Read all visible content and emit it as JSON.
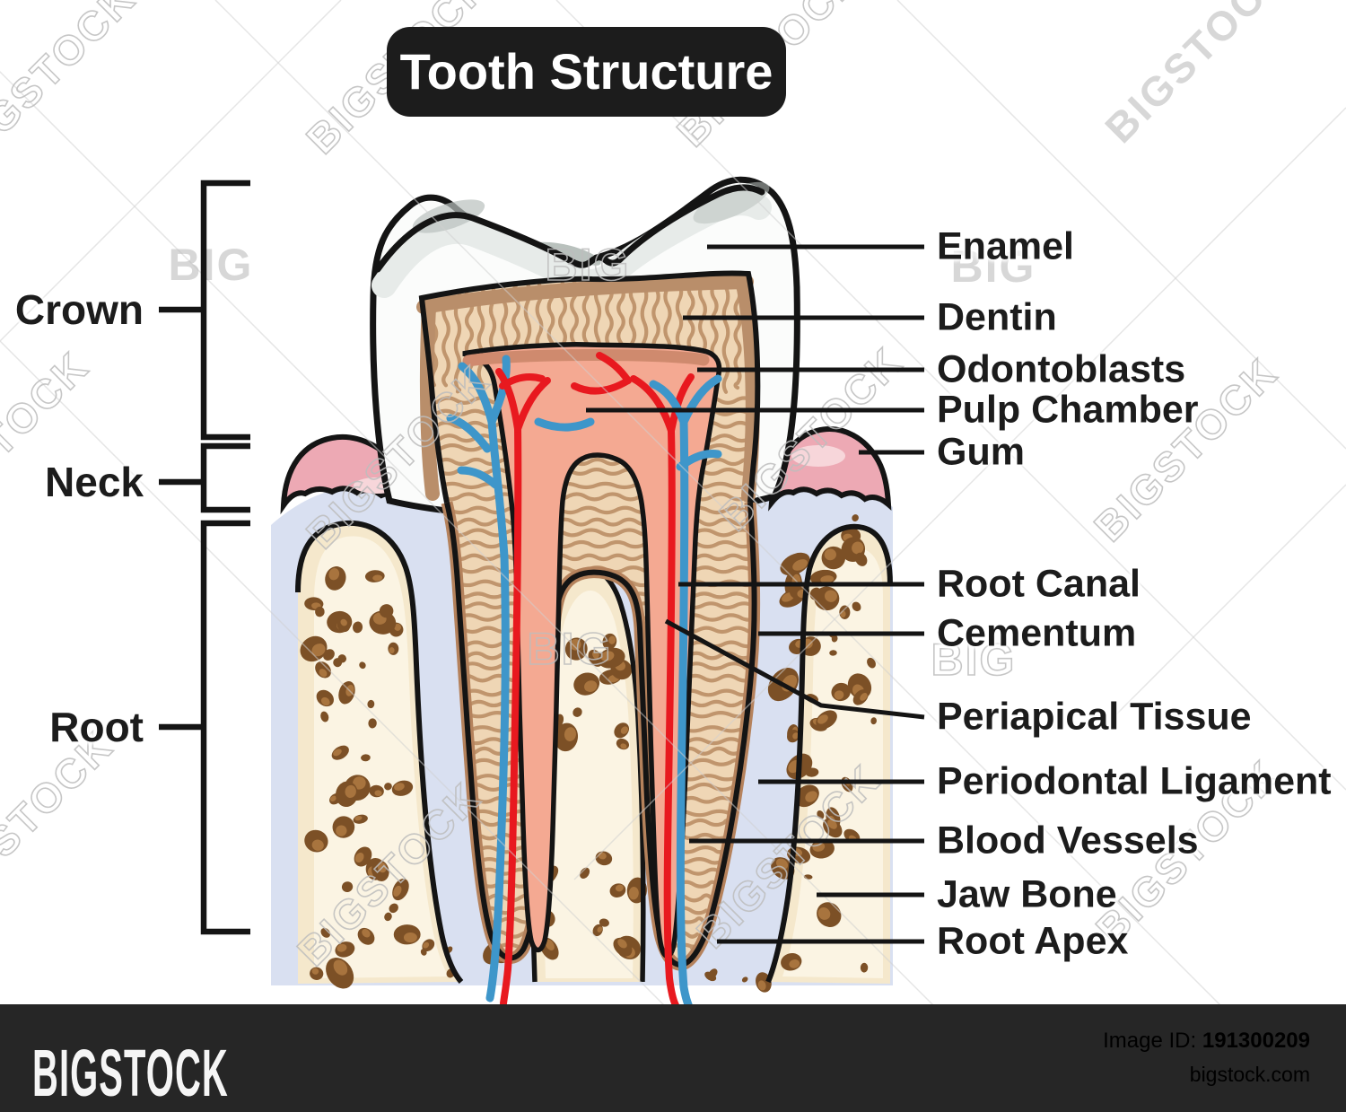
{
  "title": "Tooth Structure",
  "labels": {
    "left": [
      "Crown",
      "Neck",
      "Root"
    ],
    "right": [
      "Enamel",
      "Dentin",
      "Odontoblasts",
      "Pulp Chamber",
      "Gum",
      "Root Canal",
      "Cementum",
      "Periapical Tissue",
      "Periodontal Ligament",
      "Blood Vessels",
      "Jaw Bone",
      "Root Apex"
    ]
  },
  "watermark": {
    "text": "BIGSTOCK",
    "short_text": "BIG"
  },
  "footer": {
    "brand": "BIGSTOCK",
    "image_id_label": "Image ID:",
    "image_id": "191300209",
    "site": "bigstock.com"
  },
  "colors": {
    "accent_black": "#1c1c1c",
    "line": "#141414",
    "title_bg": "#1c1c1c",
    "title_text": "#ffffff",
    "enamel": "#fbfcfb",
    "enamel_shade": "#e7ebe9",
    "enamel_shadow": "#b9c1bd",
    "dentin": "#efd6b5",
    "dentin_texture": "#bd9169",
    "dentin_border": "#b98e6a",
    "cementum": "#b5825c",
    "pulp": "#f4a992",
    "odontoblast_band": "#cf8a6e",
    "vessel_red": "#e8191f",
    "vessel_blue": "#3e96ca",
    "gum": "#eda9b4",
    "gum_light": "#f7d6da",
    "ligament": "#d9e0f1",
    "bone": "#f5e8cc",
    "bone_light": "#fbf4e3",
    "spot_dark": "#7c5026",
    "spot_light": "#a8743e",
    "watermark": "#bdbdbd",
    "footer_bg": "#262626",
    "footer_text": "#f5f5f5"
  }
}
